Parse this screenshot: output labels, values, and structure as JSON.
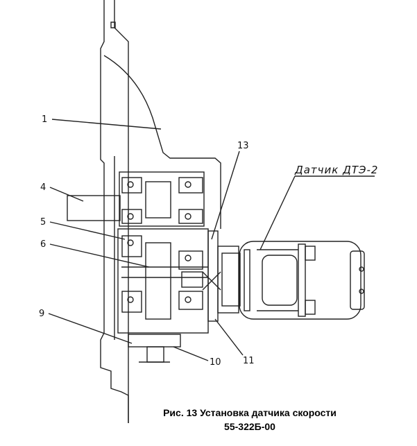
{
  "diagram": {
    "sensor_label": "Датчик ДТЭ-2",
    "part_labels": {
      "p1": "1",
      "p4": "4",
      "p5": "5",
      "p6": "6",
      "p9": "9",
      "p10": "10",
      "p11": "11",
      "p13": "13"
    }
  },
  "caption": {
    "line1": "Рис. 13 Установка датчика скорости",
    "line2": "55-322Б-00"
  }
}
